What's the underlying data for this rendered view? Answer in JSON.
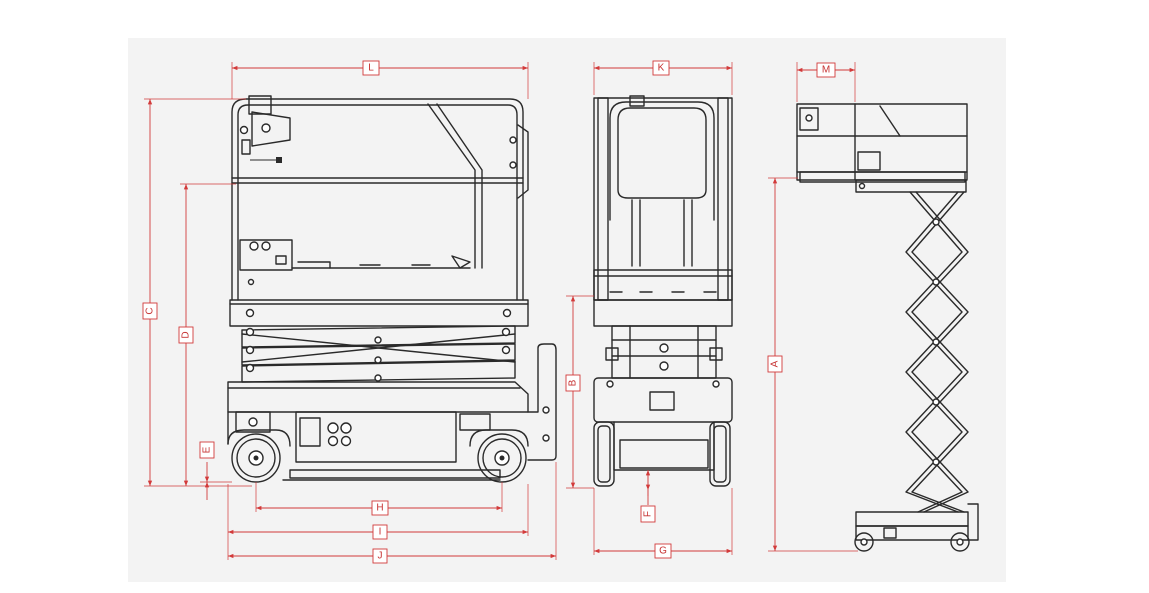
{
  "diagram": {
    "views": [
      "side-view",
      "front-view",
      "extended-view"
    ],
    "dimension_labels": {
      "L": "L",
      "K": "K",
      "M": "M",
      "C": "C",
      "D": "D",
      "E": "E",
      "B": "B",
      "A": "A",
      "F": "F",
      "H": "H",
      "I": "I",
      "J": "J",
      "G": "G"
    }
  },
  "colors": {
    "dimension": "#d23a3a",
    "machine_line": "#2a2a2a",
    "background_panel": "#f3f3f3"
  }
}
